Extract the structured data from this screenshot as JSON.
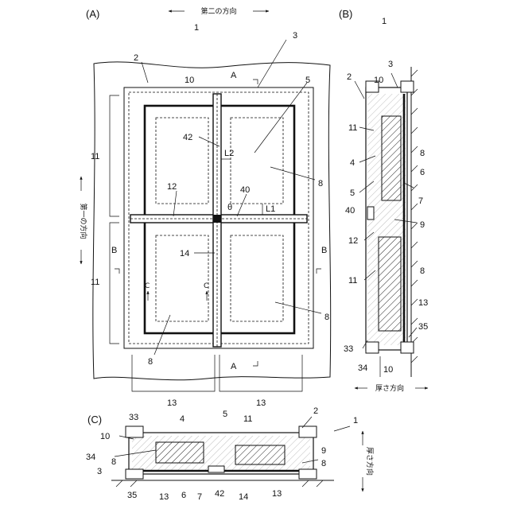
{
  "panels": {
    "a": "(A)",
    "b": "(B)",
    "c": "(C)"
  },
  "directions": {
    "second": "第二の方向",
    "first": "第一の方向",
    "thickness": "厚さ方向"
  },
  "section_marks": {
    "a": "A",
    "b": "B",
    "c": "C"
  },
  "dims": {
    "l1": "L1",
    "l2": "L2",
    "theta": "θ"
  },
  "refs": {
    "n1": "1",
    "n2": "2",
    "n3": "3",
    "n4": "4",
    "n5": "5",
    "n6": "6",
    "n7": "7",
    "n8": "8",
    "n9": "9",
    "n10": "10",
    "n11": "11",
    "n12": "12",
    "n13": "13",
    "n14": "14",
    "n33": "33",
    "n34": "34",
    "n35": "35",
    "n40": "40",
    "n42": "42"
  }
}
